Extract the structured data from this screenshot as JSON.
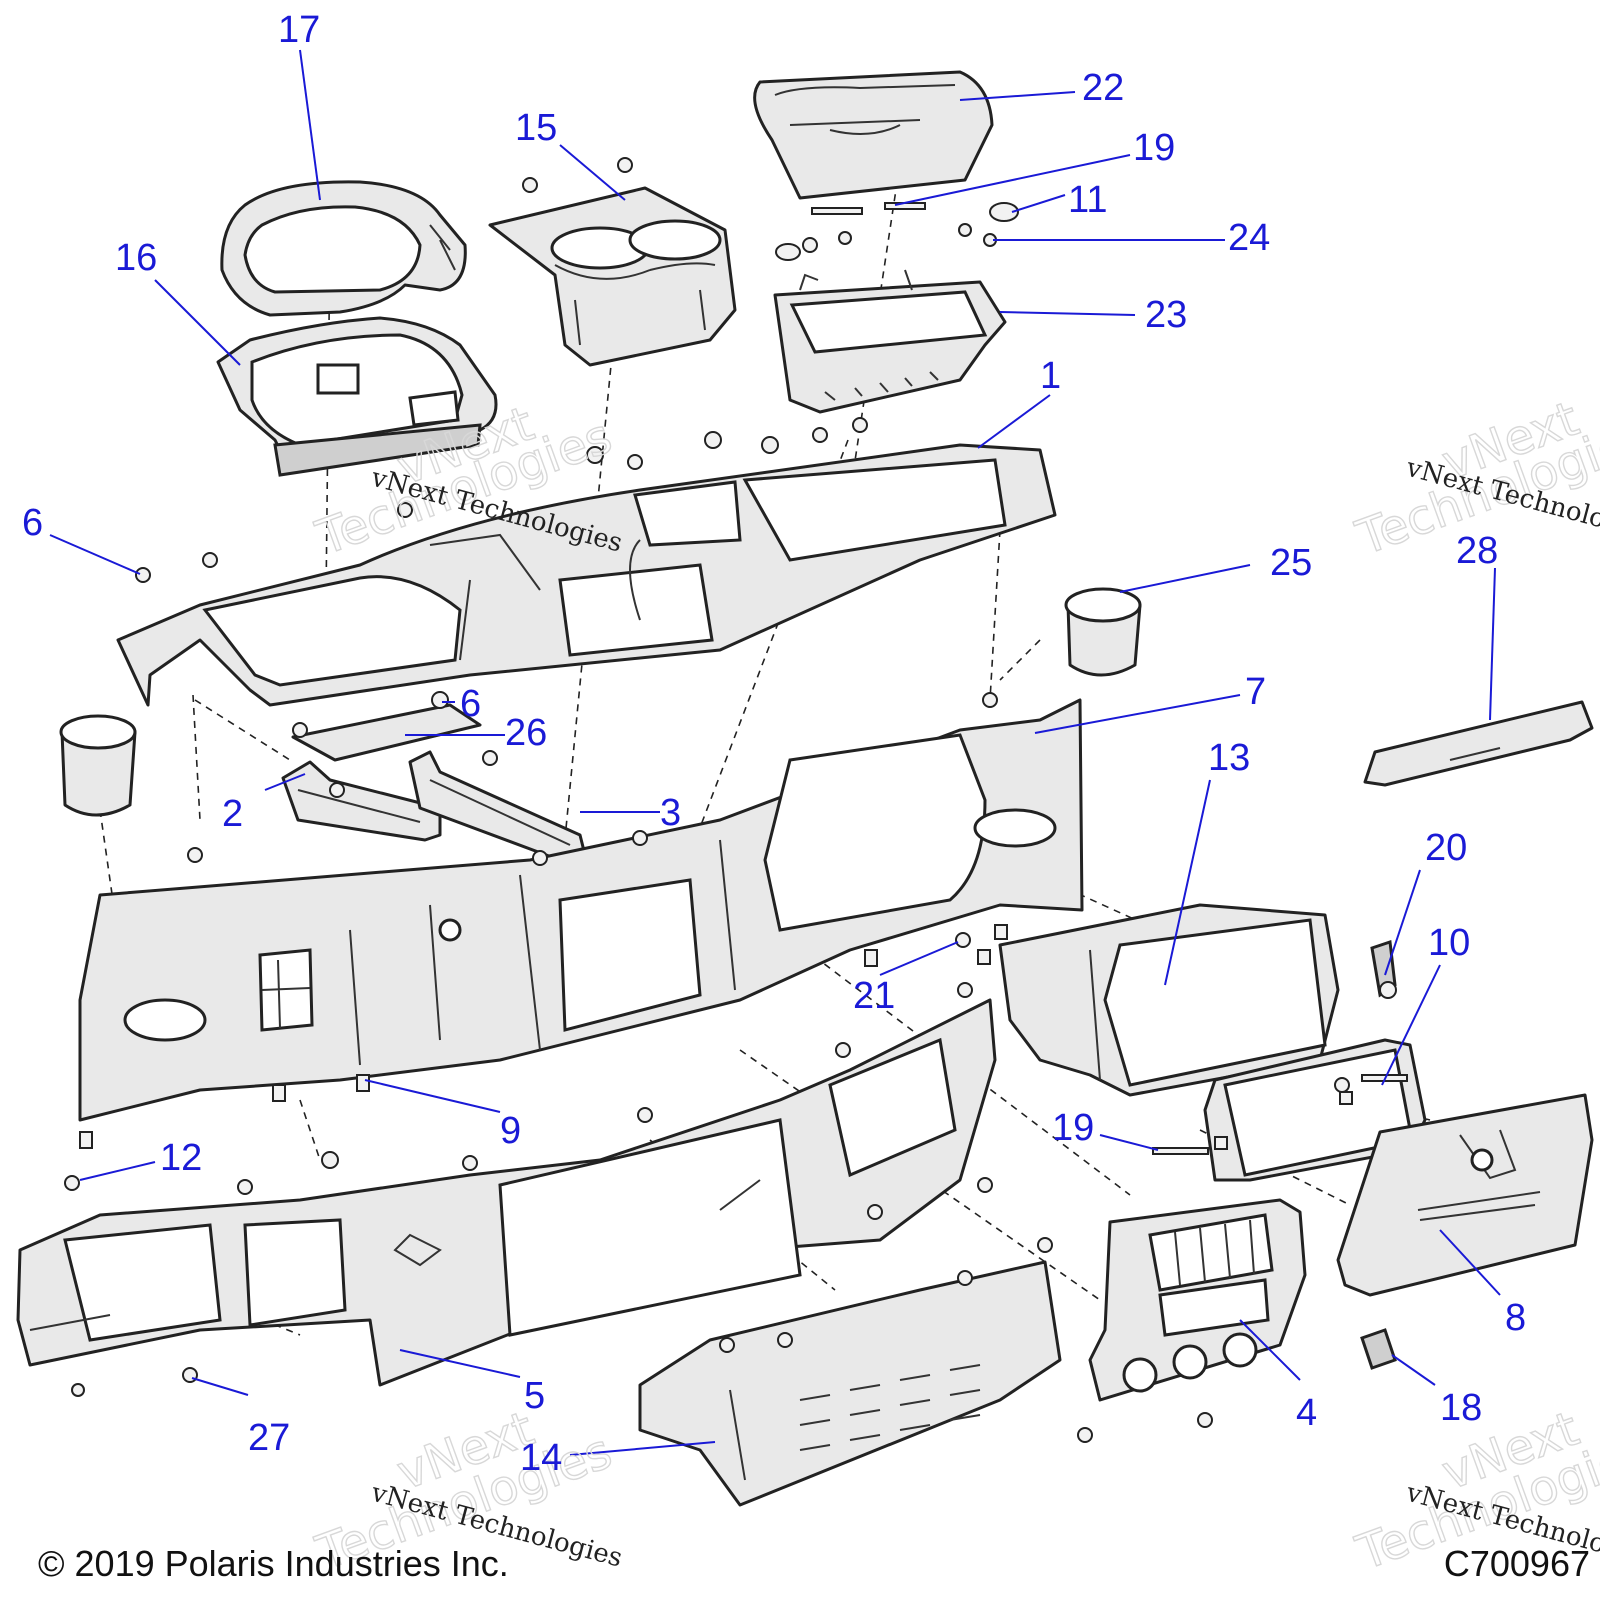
{
  "callouts": [
    "1",
    "2",
    "3",
    "4",
    "5",
    "6",
    "6",
    "7",
    "8",
    "9",
    "10",
    "11",
    "12",
    "13",
    "14",
    "15",
    "16",
    "17",
    "18",
    "19",
    "19",
    "20",
    "21",
    "22",
    "23",
    "24",
    "25",
    "26",
    "27",
    "28"
  ],
  "watermark": {
    "brand": "vNext",
    "word": "Technologies",
    "full": "vNext Technologies"
  },
  "copyright": "© 2019 Polaris Industries Inc.",
  "drawing_number": "C700967"
}
